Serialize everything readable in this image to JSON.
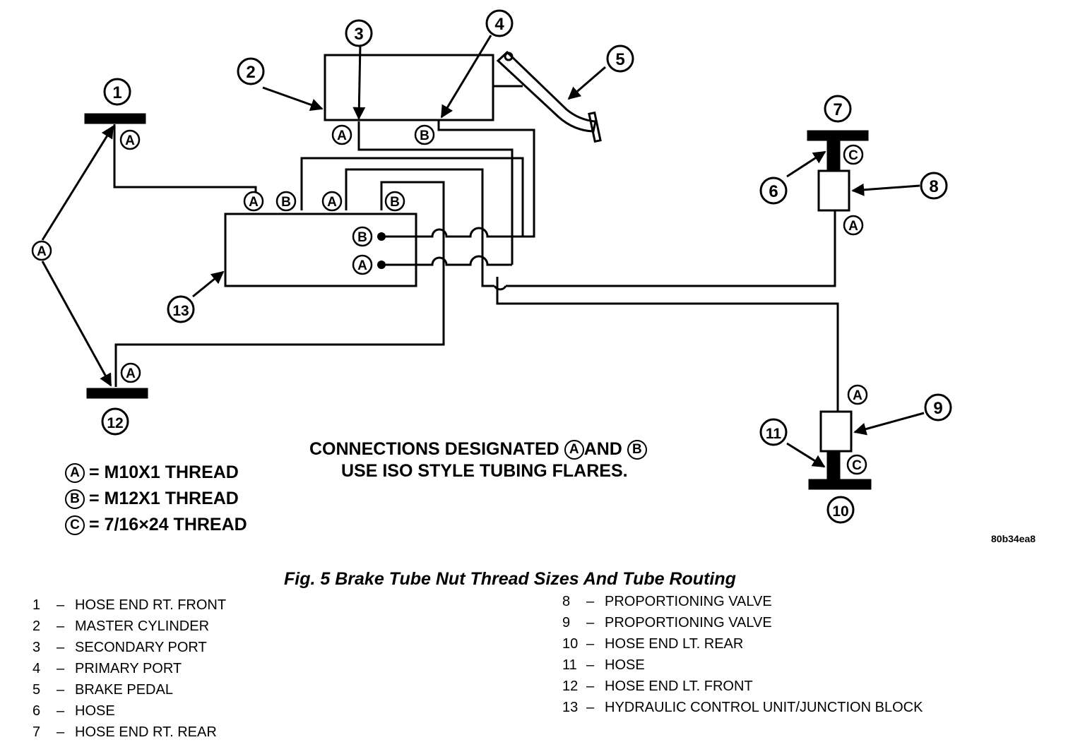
{
  "diagram": {
    "callouts": [
      "1",
      "2",
      "3",
      "4",
      "5",
      "6",
      "7",
      "8",
      "9",
      "10",
      "11",
      "12",
      "13"
    ],
    "port_labels": {
      "a": "A",
      "b": "B",
      "c": "C"
    },
    "notes": {
      "connections_line1_prefix": "CONNECTIONS DESIGNATED",
      "connections_line1_a": "A",
      "connections_line1_and": "AND",
      "connections_line1_b": "B",
      "connections_line2": "USE ISO STYLE TUBING FLARES."
    },
    "thread_legend": [
      {
        "symbol": "A",
        "text": "= M10X1 THREAD"
      },
      {
        "symbol": "B",
        "text": "= M12X1 THREAD"
      },
      {
        "symbol": "C",
        "text": "= 7/16×24 THREAD"
      }
    ],
    "image_code": "80b34ea8",
    "figure_title": "Fig. 5 Brake Tube Nut Thread Sizes And Tube Routing"
  },
  "key": {
    "left": [
      {
        "num": "1",
        "label": "HOSE END RT. FRONT"
      },
      {
        "num": "2",
        "label": "MASTER CYLINDER"
      },
      {
        "num": "3",
        "label": "SECONDARY PORT"
      },
      {
        "num": "4",
        "label": "PRIMARY PORT"
      },
      {
        "num": "5",
        "label": "BRAKE PEDAL"
      },
      {
        "num": "6",
        "label": "HOSE"
      },
      {
        "num": "7",
        "label": "HOSE END RT. REAR"
      }
    ],
    "right": [
      {
        "num": "8",
        "label": "PROPORTIONING VALVE"
      },
      {
        "num": "9",
        "label": "PROPORTIONING VALVE"
      },
      {
        "num": "10",
        "label": "HOSE END LT. REAR"
      },
      {
        "num": "11",
        "label": "HOSE"
      },
      {
        "num": "12",
        "label": "HOSE END LT. FRONT"
      },
      {
        "num": "13",
        "label": "HYDRAULIC CONTROL UNIT/JUNCTION BLOCK"
      }
    ],
    "dash": "–"
  }
}
